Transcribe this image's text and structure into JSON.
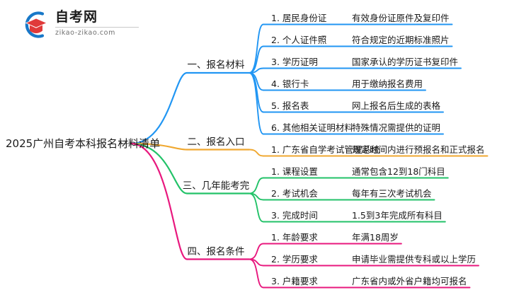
{
  "logo": {
    "brand": "自考网",
    "url": "zikao-zikao.com",
    "mark_icon": "graduation-cap-icon"
  },
  "colors": {
    "branch1": "#2196f3",
    "branch2": "#f0a830",
    "branch3": "#22c268",
    "branch4": "#e8187e",
    "text": "#1a1a1a"
  },
  "mindmap": {
    "root": "2025广州自考本科报名材料清单",
    "branches": [
      {
        "label": "一、报名材料",
        "color": "#2196f3",
        "items": [
          {
            "name": "1. 居民身份证",
            "desc": "有效身份证原件及复印件"
          },
          {
            "name": "2. 个人证件照",
            "desc": "符合规定的近期标准照片"
          },
          {
            "name": "3. 学历证明",
            "desc": "国家承认的学历证书复印件"
          },
          {
            "name": "4. 银行卡",
            "desc": "用于缴纳报名费用"
          },
          {
            "name": "5. 报名表",
            "desc": "网上报名后生成的表格"
          },
          {
            "name": "6. 其他相关证明材料",
            "desc": "特殊情况需提供的证明"
          }
        ]
      },
      {
        "label": "二、报名入口",
        "color": "#f0a830",
        "items": [
          {
            "name": "1. 广东省自学考试管理系统",
            "desc": "规定时间内进行预报名和正式报名"
          }
        ]
      },
      {
        "label": "三、几年能考完",
        "color": "#22c268",
        "items": [
          {
            "name": "1. 课程设置",
            "desc": "通常包含12到18门科目"
          },
          {
            "name": "2. 考试机会",
            "desc": "每年有三次考试机会"
          },
          {
            "name": "3. 完成时间",
            "desc": "1.5到3年完成所有科目"
          }
        ]
      },
      {
        "label": "四、报名条件",
        "color": "#e8187e",
        "items": [
          {
            "name": "1. 年龄要求",
            "desc": "年满18周岁"
          },
          {
            "name": "2. 学历要求",
            "desc": "申请毕业需提供专科或以上学历"
          },
          {
            "name": "3. 户籍要求",
            "desc": "广东省内或外省户籍均可报名"
          }
        ]
      }
    ]
  }
}
